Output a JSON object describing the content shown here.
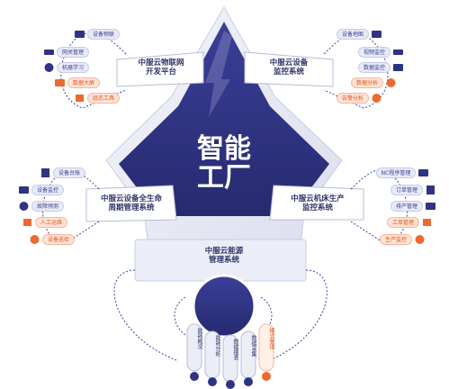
{
  "center": {
    "line1": "智能",
    "line2": "工厂"
  },
  "systems": {
    "iot": {
      "line1": "中服云物联网",
      "line2": "开发平台"
    },
    "monitor": {
      "line1": "中服云设备",
      "line2": "监控系统"
    },
    "lifecycle": {
      "line1": "中服云设备全生命",
      "line2": "周期管理系统"
    },
    "machine": {
      "line1": "中服云机床生产",
      "line2": "监控系统"
    },
    "energy": {
      "line1": "中服云能源",
      "line2": "管理系统"
    }
  },
  "iot_items": [
    "设备物联",
    "网关管理",
    "机器学习",
    "数据大屏",
    "组态工具"
  ],
  "monitor_items": [
    "设备地图",
    "视频监控",
    "数据监控",
    "数据分析",
    "告警分析"
  ],
  "lifecycle_items": [
    "设备台账",
    "设备监控",
    "故障预测",
    "人工运维",
    "设备巡检"
  ],
  "machine_items": [
    "NC程序管理",
    "订单管理",
    "排产管理",
    "工单管理",
    "生产监控"
  ],
  "energy_items": [
    "能耗概况",
    "能耗分析",
    "数据报表",
    "数据采集",
    "模式管理"
  ],
  "colors": {
    "navy": "#2e3384",
    "orange": "#ec6a2f",
    "light": "#e8eaf6"
  }
}
